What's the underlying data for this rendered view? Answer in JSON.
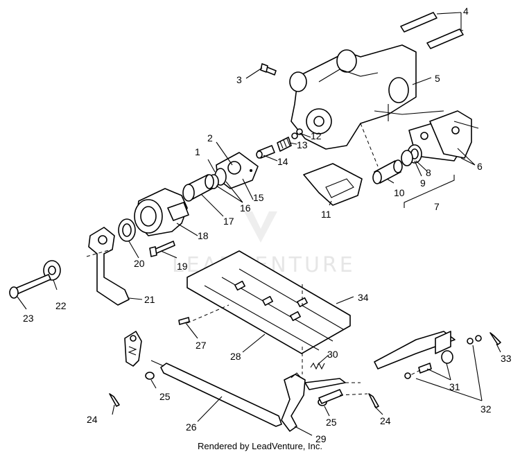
{
  "callouts": [
    "1",
    "2",
    "3",
    "4",
    "5",
    "6",
    "7",
    "8",
    "9",
    "10",
    "11",
    "12",
    "13",
    "14",
    "15",
    "16",
    "17",
    "18",
    "19",
    "20",
    "21",
    "22",
    "23",
    "24",
    "25",
    "26",
    "27",
    "28",
    "29",
    "30",
    "31",
    "32",
    "33",
    "34"
  ],
  "watermark": "LEADVENTURE",
  "footer": "Rendered by LeadVenture, Inc."
}
